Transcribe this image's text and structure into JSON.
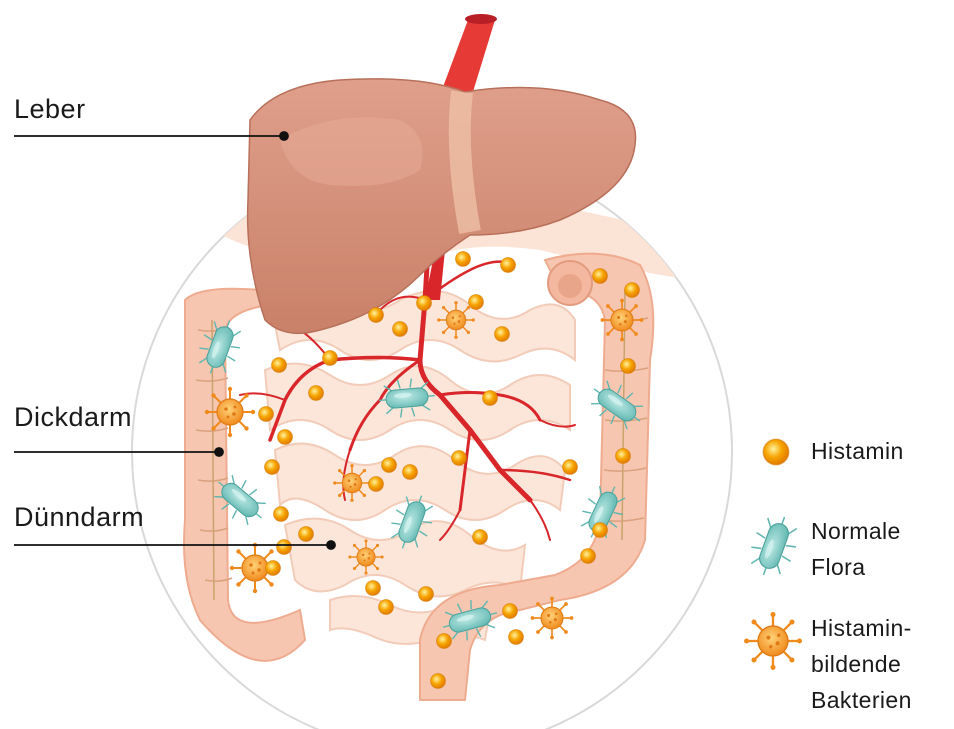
{
  "labels": {
    "leber": "Leber",
    "dickdarm": "Dickdarm",
    "duenndarm": "Dünndarm"
  },
  "legend": {
    "histamin": "Histamin",
    "normale_flora": [
      "Normale",
      "Flora"
    ],
    "histaminbildende_bakterien": [
      "Histamin-",
      "bildende",
      "Bakterien"
    ]
  },
  "colors": {
    "histamin_dot": "#f5a000",
    "normal_flora": "#7cc9c4",
    "histamine_bacteria": "#f7a53a",
    "liver": "#d68f7b",
    "colon": "#f6c6b0",
    "small_intestine": "#fbe6d9",
    "blood_vessels": "#d8262b"
  }
}
